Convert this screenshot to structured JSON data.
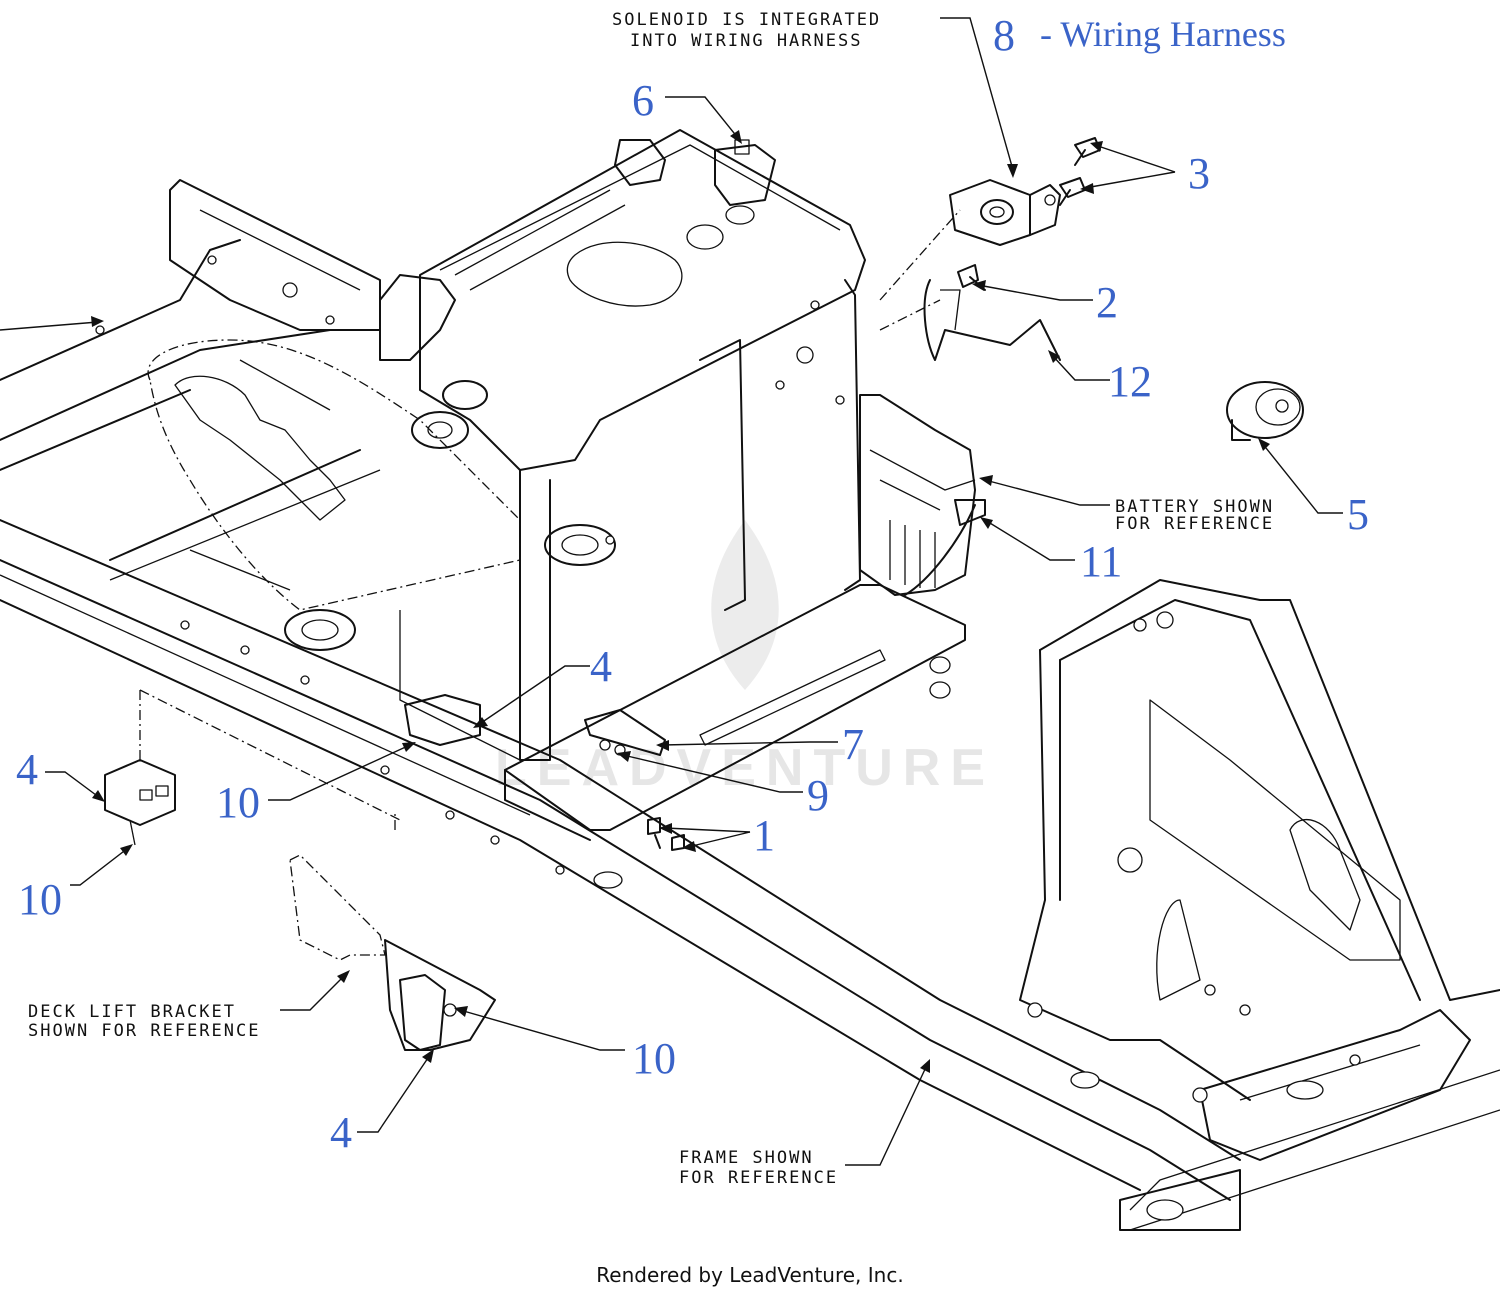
{
  "callouts": {
    "c1": "1",
    "c2": "2",
    "c3": "3",
    "c4a": "4",
    "c4b": "4",
    "c4c": "4",
    "c5": "5",
    "c6": "6",
    "c7": "7",
    "c8_number": "8",
    "c8_title": "- Wiring Harness",
    "c9": "9",
    "c10a": "10",
    "c10b": "10",
    "c10c": "10",
    "c11": "11",
    "c12": "12"
  },
  "notes": {
    "solenoid_line1": "SOLENOID IS INTEGRATED",
    "solenoid_line2": "INTO WIRING HARNESS",
    "battery_line1": "BATTERY SHOWN",
    "battery_line2": "FOR REFERENCE",
    "deck_line1": "DECK LIFT BRACKET",
    "deck_line2": "SHOWN FOR REFERENCE",
    "frame_line1": "FRAME SHOWN",
    "frame_line2": "FOR REFERENCE"
  },
  "watermark": "LEADVENTURE",
  "footer": "Rendered by LeadVenture, Inc.",
  "colors": {
    "callout": "#3a63c8",
    "line": "#111111",
    "watermark": "#e6e6e6"
  }
}
